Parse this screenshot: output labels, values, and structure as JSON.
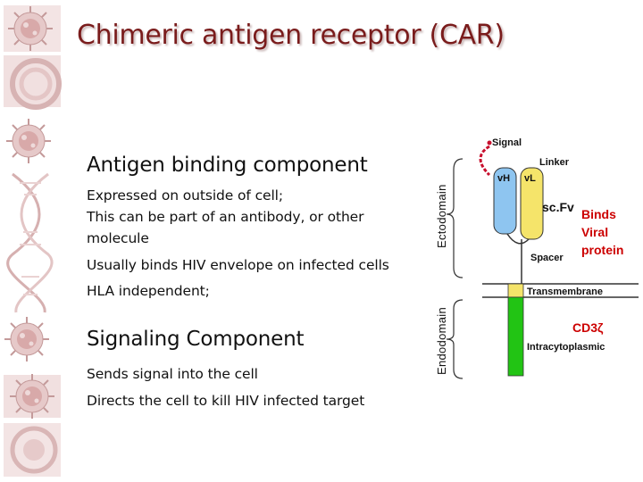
{
  "slide": {
    "title": "Chimeric antigen receptor (CAR)"
  },
  "sections": [
    {
      "heading": "Antigen binding component",
      "lines": [
        "Expressed on outside of cell;",
        "This can be part of an antibody, or other",
        "molecule",
        " Usually binds HIV envelope on infected cells",
        "HLA independent;"
      ]
    },
    {
      "heading": "Signaling Component",
      "lines": [
        "Sends signal into the cell",
        "Directs the cell to kill HIV infected target"
      ]
    }
  ],
  "diagram": {
    "labels": {
      "ectodomain": "Ectodomain",
      "endodomain": "Endodomain",
      "signal": "Signal",
      "linker": "Linker",
      "vh": "vH",
      "vl": "vL",
      "scfv": "sc.Fv",
      "spacer": "Spacer",
      "transmembrane": "Transmembrane",
      "intracytoplasmic": "Intracytoplasmic",
      "binds": [
        "Binds",
        "Viral",
        "protein"
      ],
      "cd3": "CD3ζ"
    },
    "colors": {
      "vh_domain": "#8ec5f0",
      "vl_domain": "#f5e46a",
      "cd3_chain": "#22c414",
      "signal_peptide": "#c8102e",
      "annotation_red": "#cc0000",
      "title_color": "#7a1c1c"
    }
  },
  "sidebar": {
    "icons": [
      "virus-icon",
      "virus-icon",
      "virus-icon",
      "dna-helix-icon",
      "virus-icon",
      "virus-icon",
      "virus-icon"
    ]
  }
}
